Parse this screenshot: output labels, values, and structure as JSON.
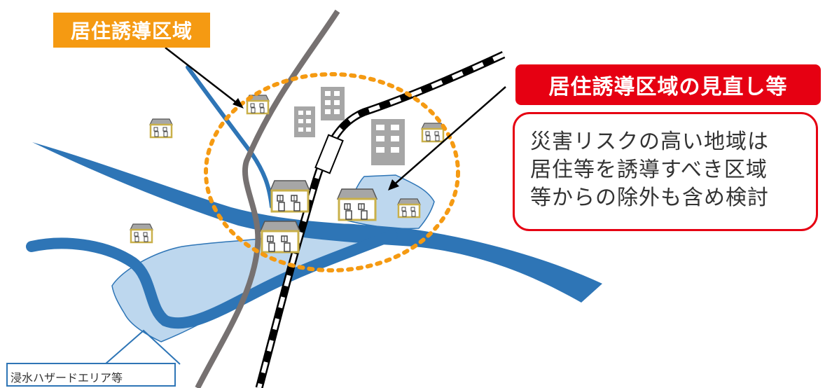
{
  "labels": {
    "residential_zone": "居住誘導区域",
    "review": "居住誘導区域の見直し等",
    "note_lines": [
      "災害リスクの高い地域は",
      "居住等を誘導すべき区域",
      "等からの除外も含め検討"
    ],
    "hazard_area": "浸水ハザードエリア等"
  },
  "colors": {
    "orange": "#f59a12",
    "red": "#e60012",
    "river": "#2e75b6",
    "flood": "#bdd7ee",
    "road": "#767171",
    "building": "#a6a6a6"
  }
}
